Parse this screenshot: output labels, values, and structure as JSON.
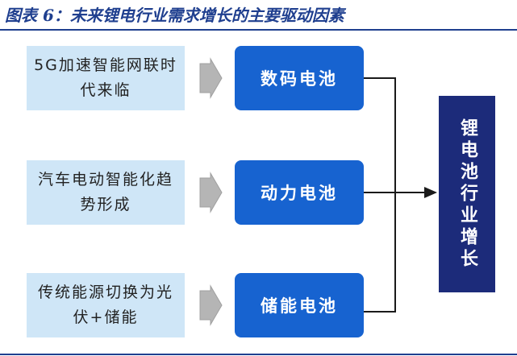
{
  "title": "图表 6：未来锂电行业需求增长的主要驱动因素",
  "drivers": [
    {
      "text": "5G加速智能网联时代来临"
    },
    {
      "text": "汽车电动智能化趋势形成"
    },
    {
      "text": "传统能源切换为光伏+储能"
    }
  ],
  "batteries": [
    {
      "label": "数码电池"
    },
    {
      "label": "动力电池"
    },
    {
      "label": "储能电池"
    }
  ],
  "outcome": {
    "label": "锂电池行业增长"
  },
  "colors": {
    "title": "#1f3f8f",
    "driver_box": "#cfe6f7",
    "battery_box": "#1763d0",
    "outcome_box": "#1c2b7a",
    "arrow_gray": "#b5b5b5"
  }
}
